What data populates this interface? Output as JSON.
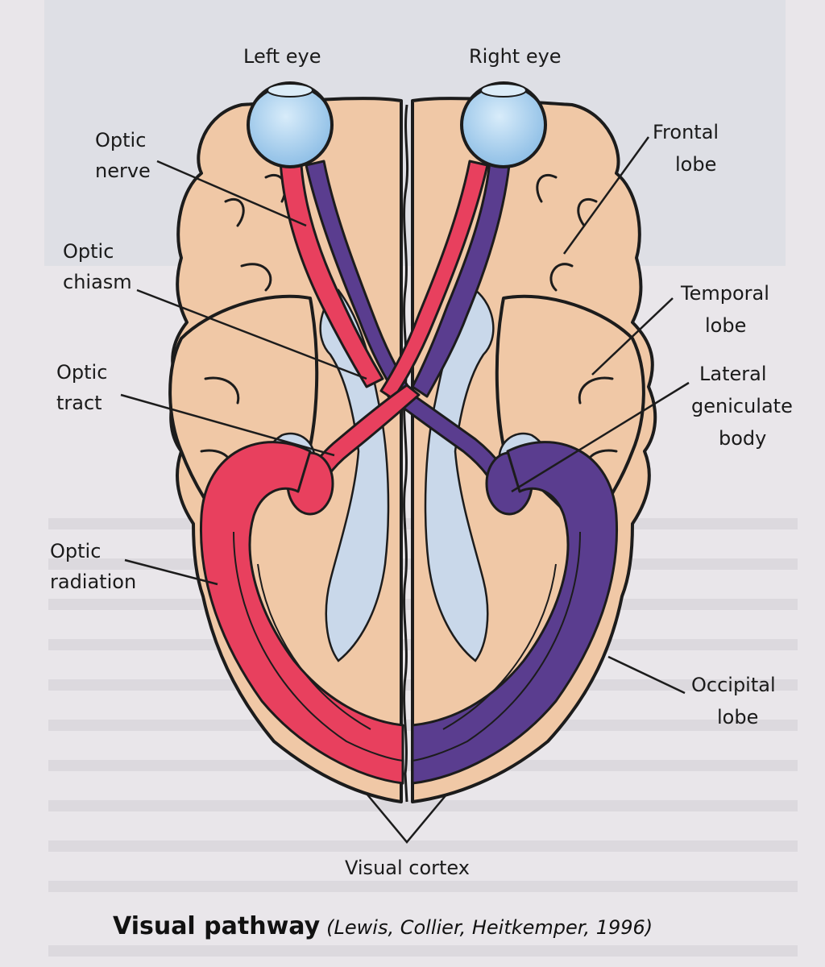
{
  "labels": {
    "left_eye": "Left eye",
    "right_eye": "Right eye",
    "optic_nerve": [
      "Optic",
      "nerve"
    ],
    "optic_chiasm": [
      "Optic",
      "chiasm"
    ],
    "optic_tract": [
      "Optic",
      "tract"
    ],
    "optic_radiation": [
      "Optic",
      "radiation"
    ],
    "frontal_lobe": [
      "Frontal",
      "lobe"
    ],
    "temporal_lobe": [
      "Temporal",
      "lobe"
    ],
    "lateral_geniculate_body": [
      "Lateral",
      "geniculate",
      "body"
    ],
    "occipital_lobe": [
      "Occipital",
      "lobe"
    ],
    "visual_cortex": "Visual cortex"
  },
  "caption": {
    "title": "Visual pathway",
    "citation": "(Lewis, Collier, Heitkemper, 1996)"
  },
  "colors": {
    "brain": "#f0c8a6",
    "outline": "#1c1c1c",
    "left_pathway": "#e8405e",
    "right_pathway": "#5a3d8f",
    "ventricle": "#c9d8ea",
    "eye": "#a9d0ee",
    "background": "#e9e6ea"
  }
}
